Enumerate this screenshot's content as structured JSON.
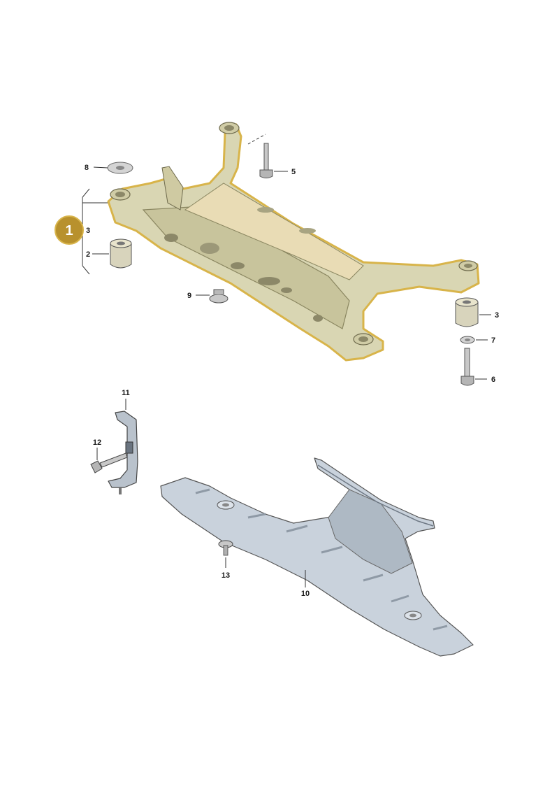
{
  "badge": {
    "label": "1",
    "color": "#b8912d"
  },
  "colors": {
    "frame_fill": "#d9d6b3",
    "frame_outline": "#d8b44a",
    "shield_fill": "#c9d2dc",
    "shield_dark": "#8f9aa6"
  },
  "callouts": {
    "c1_3": "3",
    "c2": "2",
    "c3": "3",
    "c5": "5",
    "c6": "6",
    "c7": "7",
    "c8": "8",
    "c9": "9",
    "c10": "10",
    "c11": "11",
    "c12": "12",
    "c13": "13"
  },
  "icons": [
    "subframe",
    "bushing",
    "bolt",
    "washer",
    "nut",
    "bracket",
    "underbody-shield"
  ]
}
